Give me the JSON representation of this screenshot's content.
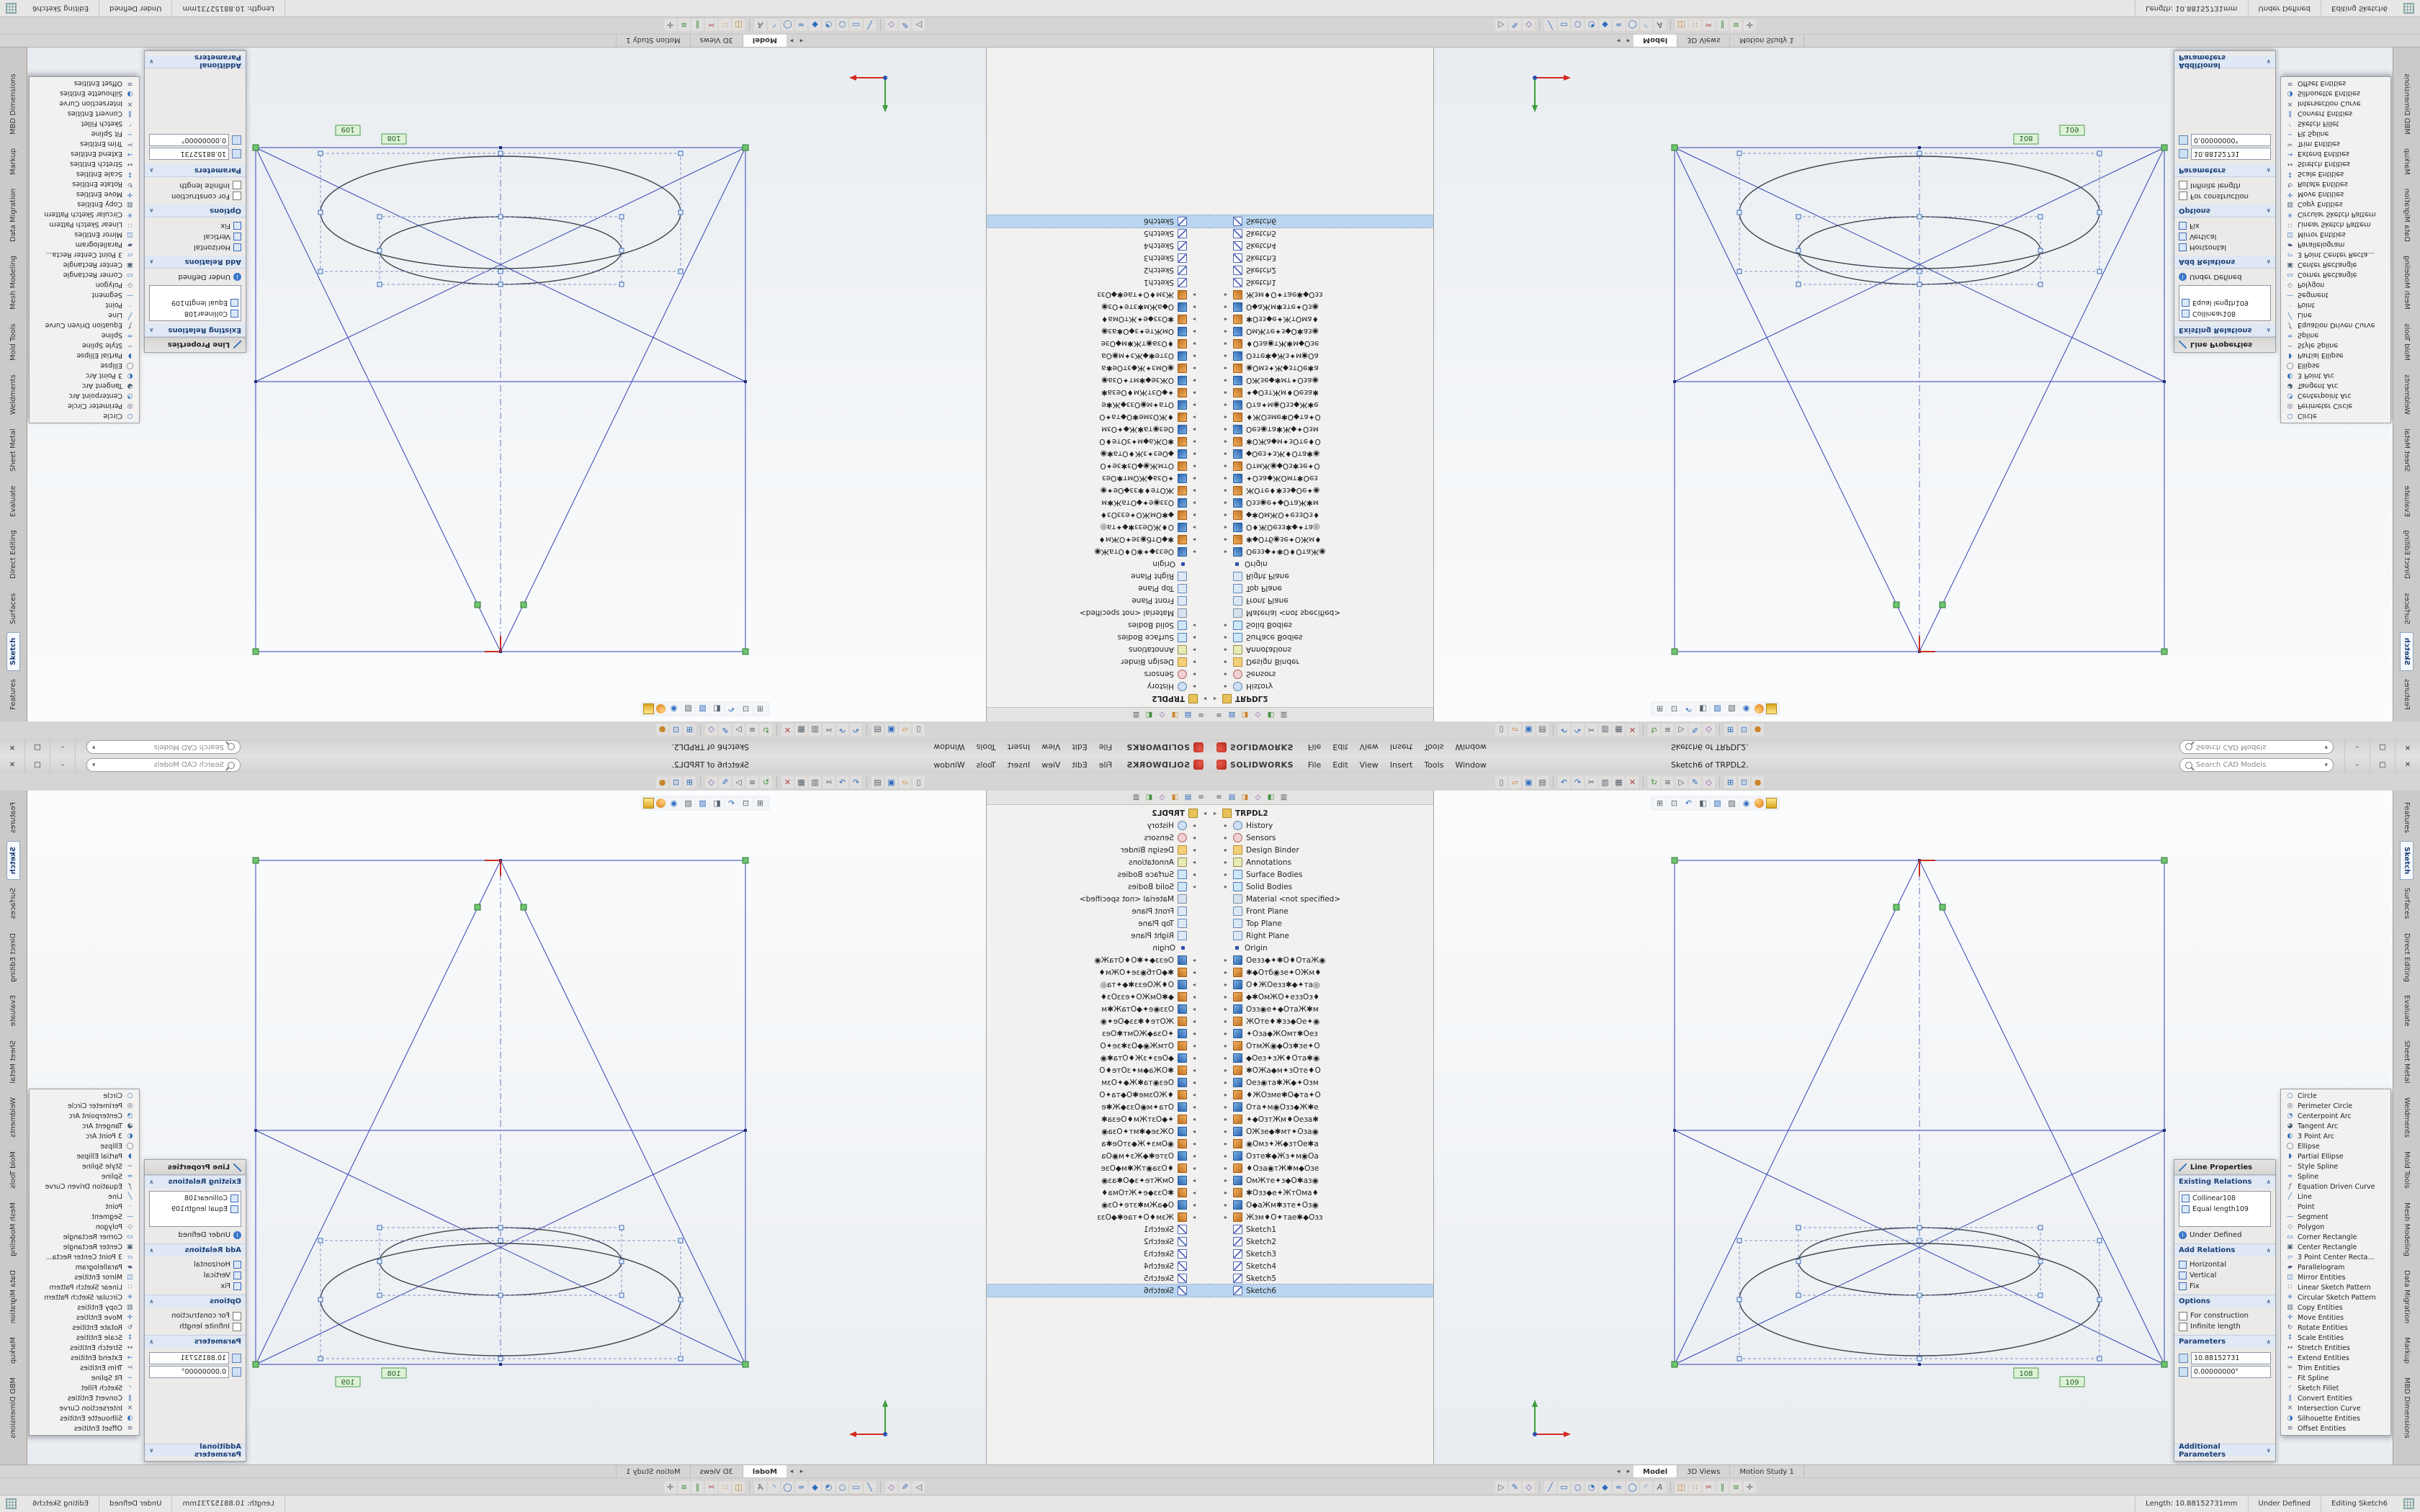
{
  "titlebar": {
    "logo": "SOLIDWORKS",
    "menus": [
      "File",
      "Edit",
      "View",
      "Insert",
      "Tools",
      "Window"
    ],
    "document_title": "Sketch6 of TRPDL2.",
    "search_placeholder": "Search CAD Models",
    "buttons": {
      "minimize": "–",
      "maximize": "□",
      "close": "✕"
    }
  },
  "toolbars": {
    "top": [
      {
        "name": "new",
        "glyph": "▯"
      },
      {
        "name": "open",
        "glyph": "▱"
      },
      {
        "name": "save",
        "glyph": "▣"
      },
      {
        "name": "print",
        "glyph": "▤"
      },
      {
        "name": "undo",
        "glyph": "↶"
      },
      {
        "name": "redo",
        "glyph": "↷"
      },
      {
        "name": "cut",
        "glyph": "✂"
      },
      {
        "name": "copy",
        "glyph": "▥"
      },
      {
        "name": "paste",
        "glyph": "▦"
      },
      {
        "name": "delete",
        "glyph": "✕"
      },
      {
        "name": "rebuild",
        "glyph": "↻"
      },
      {
        "name": "options",
        "glyph": "≡"
      },
      {
        "name": "select",
        "glyph": "▷"
      },
      {
        "name": "sketch",
        "glyph": "✎"
      },
      {
        "name": "smart-dimension",
        "glyph": "◇"
      },
      {
        "name": "zoom-fit",
        "glyph": "⊞"
      },
      {
        "name": "zoom-area",
        "glyph": "⊡"
      },
      {
        "name": "appearance",
        "glyph": "●"
      }
    ],
    "bottom": [
      {
        "name": "select",
        "glyph": "▷"
      },
      {
        "name": "sketch",
        "glyph": "✎"
      },
      {
        "name": "smart-dimension",
        "glyph": "◇"
      },
      {
        "name": "line",
        "glyph": "╱"
      },
      {
        "name": "corner-rectangle",
        "glyph": "▭"
      },
      {
        "name": "circle",
        "glyph": "○"
      },
      {
        "name": "centerpoint-arc",
        "glyph": "◔"
      },
      {
        "name": "polygon",
        "glyph": "◆"
      },
      {
        "name": "spline",
        "glyph": "≈"
      },
      {
        "name": "ellipse",
        "glyph": "◯"
      },
      {
        "name": "sketch-fillet",
        "glyph": "◜"
      },
      {
        "name": "text",
        "glyph": "A"
      },
      {
        "name": "mirror-entities",
        "glyph": "◫"
      },
      {
        "name": "linear-pattern",
        "glyph": "∷"
      },
      {
        "name": "trim-entities",
        "glyph": "✂"
      },
      {
        "name": "convert-entities",
        "glyph": "∥"
      },
      {
        "name": "offset-entities",
        "glyph": "≡"
      },
      {
        "name": "move-entities",
        "glyph": "✛"
      }
    ],
    "headsup": [
      {
        "name": "zoom-fit",
        "glyph": "⊞"
      },
      {
        "name": "zoom-area",
        "glyph": "⊡"
      },
      {
        "name": "previous-view",
        "glyph": "↶"
      },
      {
        "name": "section-view",
        "glyph": "◧"
      },
      {
        "name": "view-orientation",
        "glyph": "▧"
      },
      {
        "name": "display-style",
        "glyph": "▨"
      },
      {
        "name": "hide-show-items",
        "glyph": "◉"
      },
      {
        "name": "edit-appearance",
        "glyph": ""
      },
      {
        "name": "apply-scene",
        "glyph": ""
      }
    ],
    "panel_tabs": [
      {
        "name": "featuremanager",
        "glyph": "≡"
      },
      {
        "name": "propertymanager",
        "glyph": "▤"
      },
      {
        "name": "configurationmanager",
        "glyph": "◨"
      },
      {
        "name": "dimxpertmanager",
        "glyph": "◇"
      },
      {
        "name": "displaymanager",
        "glyph": "◧"
      },
      {
        "name": "panes",
        "glyph": "▥"
      }
    ]
  },
  "tree": {
    "items": [
      {
        "label": "TRPDL2",
        "type": "part"
      },
      {
        "label": "History",
        "type": "history"
      },
      {
        "label": "Sensors",
        "type": "sensors"
      },
      {
        "label": "Design Binder",
        "type": "folder"
      },
      {
        "label": "Annotations",
        "type": "annotations"
      },
      {
        "label": "Surface Bodies",
        "type": "bodies"
      },
      {
        "label": "Solid Bodies",
        "type": "bodies"
      },
      {
        "label": "Material <not specified>",
        "type": "material"
      },
      {
        "label": "Front Plane",
        "type": "plane"
      },
      {
        "label": "Top Plane",
        "type": "plane"
      },
      {
        "label": "Right Plane",
        "type": "plane"
      },
      {
        "label": "Origin",
        "type": "origin"
      },
      {
        "label": "Оезз◆✦✱О♦ОтаЖ◉",
        "type": "feature"
      },
      {
        "label": "✱◆Отб◉зе✦ОЖм♦",
        "type": "feature"
      },
      {
        "label": "О♦ЖОезз✱◆✦та◎",
        "type": "feature"
      },
      {
        "label": "◆✱ОмЖО✦еззОз♦",
        "type": "feature"
      },
      {
        "label": "Озз◉е✦◆ОтаЖ✱м",
        "type": "feature"
      },
      {
        "label": "ЖОте♦✱зз◆Ое✦◉",
        "type": "feature"
      },
      {
        "label": "✦Оза◆ЖОмт✱Оез",
        "type": "feature"
      },
      {
        "label": "ОтмЖ◉◆Оз✱зе✦О",
        "type": "feature"
      },
      {
        "label": "◆Оез✦зЖ♦Ота✱◉",
        "type": "feature"
      },
      {
        "label": "✱ОЖа◆м✦зОте♦О",
        "type": "feature"
      },
      {
        "label": "Оез◉та✱Ж◆✦Озм",
        "type": "feature"
      },
      {
        "label": "♦ЖОзме✱О◆та✦О",
        "type": "feature"
      },
      {
        "label": "Ота✦м◉Озз◆Ж✱е",
        "type": "feature"
      },
      {
        "label": "✦◆ОзтЖм♦Оеза✱",
        "type": "feature"
      },
      {
        "label": "ОЖзе◆✱мт✦Оза◉",
        "type": "feature"
      },
      {
        "label": "◉Омз✦Ж◆зтОе✱а",
        "type": "feature"
      },
      {
        "label": "Озте✱◆Жз✦м◉Оа",
        "type": "feature"
      },
      {
        "label": "♦Оза◉тЖ✱м◆Озе",
        "type": "feature"
      },
      {
        "label": "ОмЖте✦з◆О✱аз◉",
        "type": "feature"
      },
      {
        "label": "✱Озз◆е✦ЖтОма♦",
        "type": "feature"
      },
      {
        "label": "О◆аЖм✱зте✦Оз◉",
        "type": "feature"
      },
      {
        "label": "Жзм♦О✦тае✱◆Озз",
        "type": "feature"
      },
      {
        "label": "Sketch1",
        "type": "sketch"
      },
      {
        "label": "Sketch2",
        "type": "sketch"
      },
      {
        "label": "Sketch3",
        "type": "sketch"
      },
      {
        "label": "Sketch4",
        "type": "sketch"
      },
      {
        "label": "Sketch5",
        "type": "sketch"
      },
      {
        "label": "Sketch6",
        "type": "sketch",
        "selected": true
      }
    ]
  },
  "line_properties": {
    "title": "Line Properties",
    "existing_relations": {
      "title": "Existing Relations",
      "items": [
        "Collinear108",
        "Equal length109"
      ]
    },
    "status": "Under Defined",
    "add_relations": {
      "title": "Add Relations",
      "items": [
        "Horizontal",
        "Vertical",
        "Fix"
      ]
    },
    "options": {
      "title": "Options",
      "items": [
        "For construction",
        "Infinite length"
      ]
    },
    "parameters": {
      "title": "Parameters",
      "values": [
        "10.88152731",
        "0.00000000°"
      ]
    },
    "additional_parameters": {
      "title": "Additional Parameters"
    }
  },
  "tools": [
    {
      "label": "Circle",
      "glyph": "○"
    },
    {
      "label": "Perimeter Circle",
      "glyph": "◎"
    },
    {
      "label": "Centerpoint Arc",
      "glyph": "◔"
    },
    {
      "label": "Tangent Arc",
      "glyph": "◕"
    },
    {
      "label": "3 Point Arc",
      "glyph": "◐"
    },
    {
      "label": "Ellipse",
      "glyph": "◯"
    },
    {
      "label": "Partial Ellipse",
      "glyph": "◗"
    },
    {
      "label": "Style Spline",
      "glyph": "∽"
    },
    {
      "label": "Spline",
      "glyph": "≈"
    },
    {
      "label": "Equation Driven Curve",
      "glyph": "ƒ"
    },
    {
      "label": "Line",
      "glyph": "╱"
    },
    {
      "label": "Point",
      "glyph": "·"
    },
    {
      "label": "Segment",
      "glyph": "—"
    },
    {
      "label": "Polygon",
      "glyph": "◇"
    },
    {
      "label": "Corner Rectangle",
      "glyph": "▭"
    },
    {
      "label": "Center Rectangle",
      "glyph": "▣"
    },
    {
      "label": "3 Point Center Recta...",
      "glyph": "▱"
    },
    {
      "label": "Parallelogram",
      "glyph": "▰"
    },
    {
      "label": "Mirror Entities",
      "glyph": "◫"
    },
    {
      "label": "Linear Sketch Pattern",
      "glyph": "∷"
    },
    {
      "label": "Circular Sketch Pattern",
      "glyph": "✳"
    },
    {
      "label": "Copy Entities",
      "glyph": "▥"
    },
    {
      "label": "Move Entities",
      "glyph": "✛"
    },
    {
      "label": "Rotate Entities",
      "glyph": "↻"
    },
    {
      "label": "Scale Entities",
      "glyph": "↕"
    },
    {
      "label": "Stretch Entities",
      "glyph": "↔"
    },
    {
      "label": "Extend Entities",
      "glyph": "→"
    },
    {
      "label": "Trim Entities",
      "glyph": "✂"
    },
    {
      "label": "Fit Spline",
      "glyph": "∼"
    },
    {
      "label": "Sketch Fillet",
      "glyph": "◜"
    },
    {
      "label": "Convert Entities",
      "glyph": "∥"
    },
    {
      "label": "Intersection Curve",
      "glyph": "✕"
    },
    {
      "label": "Silhouette Entities",
      "glyph": "◑"
    },
    {
      "label": "Offset Entities",
      "glyph": "≡"
    }
  ],
  "cmd_tabs": [
    "Features",
    "Sketch",
    "Surfaces",
    "Direct Editing",
    "Evaluate",
    "Sheet Metal",
    "Weldments",
    "Mold Tools",
    "Mesh Modeling",
    "Data Migration",
    "Markup",
    "MBD Dimensions"
  ],
  "doc_tabs": [
    "Model",
    "3D Views",
    "Motion Study 1"
  ],
  "statusbar": {
    "length": "Length: 10.88152731mm",
    "state": "Under Defined",
    "editing": "Editing Sketch6"
  },
  "drawing": {
    "tags": [
      "108",
      "109"
    ]
  },
  "colors": {
    "accent": "#2d6bbf",
    "selection": "#b9d5f0",
    "relation_green": "#3fae3f",
    "sketch_blue": "#3242b4",
    "logo_red": "#b5251c"
  }
}
